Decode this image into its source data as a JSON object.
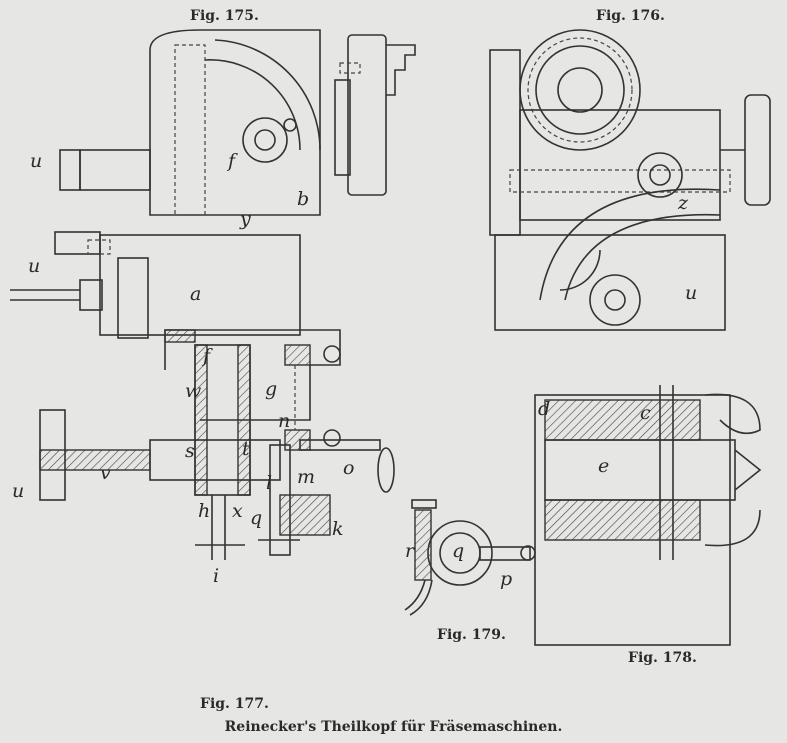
{
  "figures": {
    "fig175": {
      "label": "Fig. 175.",
      "letters": [
        "u",
        "f",
        "y",
        "b",
        "u",
        "a"
      ]
    },
    "fig176": {
      "label": "Fig. 176.",
      "letters": [
        "z",
        "u"
      ]
    },
    "fig177": {
      "label": "Fig. 177.",
      "letters": [
        "f",
        "w",
        "g",
        "n",
        "s",
        "t",
        "u",
        "v",
        "o",
        "m",
        "l",
        "h",
        "x",
        "q",
        "k",
        "i"
      ]
    },
    "fig178": {
      "label": "Fig. 178.",
      "letters": [
        "d",
        "c",
        "e"
      ]
    },
    "fig179": {
      "label": "Fig. 179.",
      "letters": [
        "r",
        "q",
        "p"
      ]
    }
  },
  "caption": "Reinecker's Theilkopf für Fräsemaschinen."
}
